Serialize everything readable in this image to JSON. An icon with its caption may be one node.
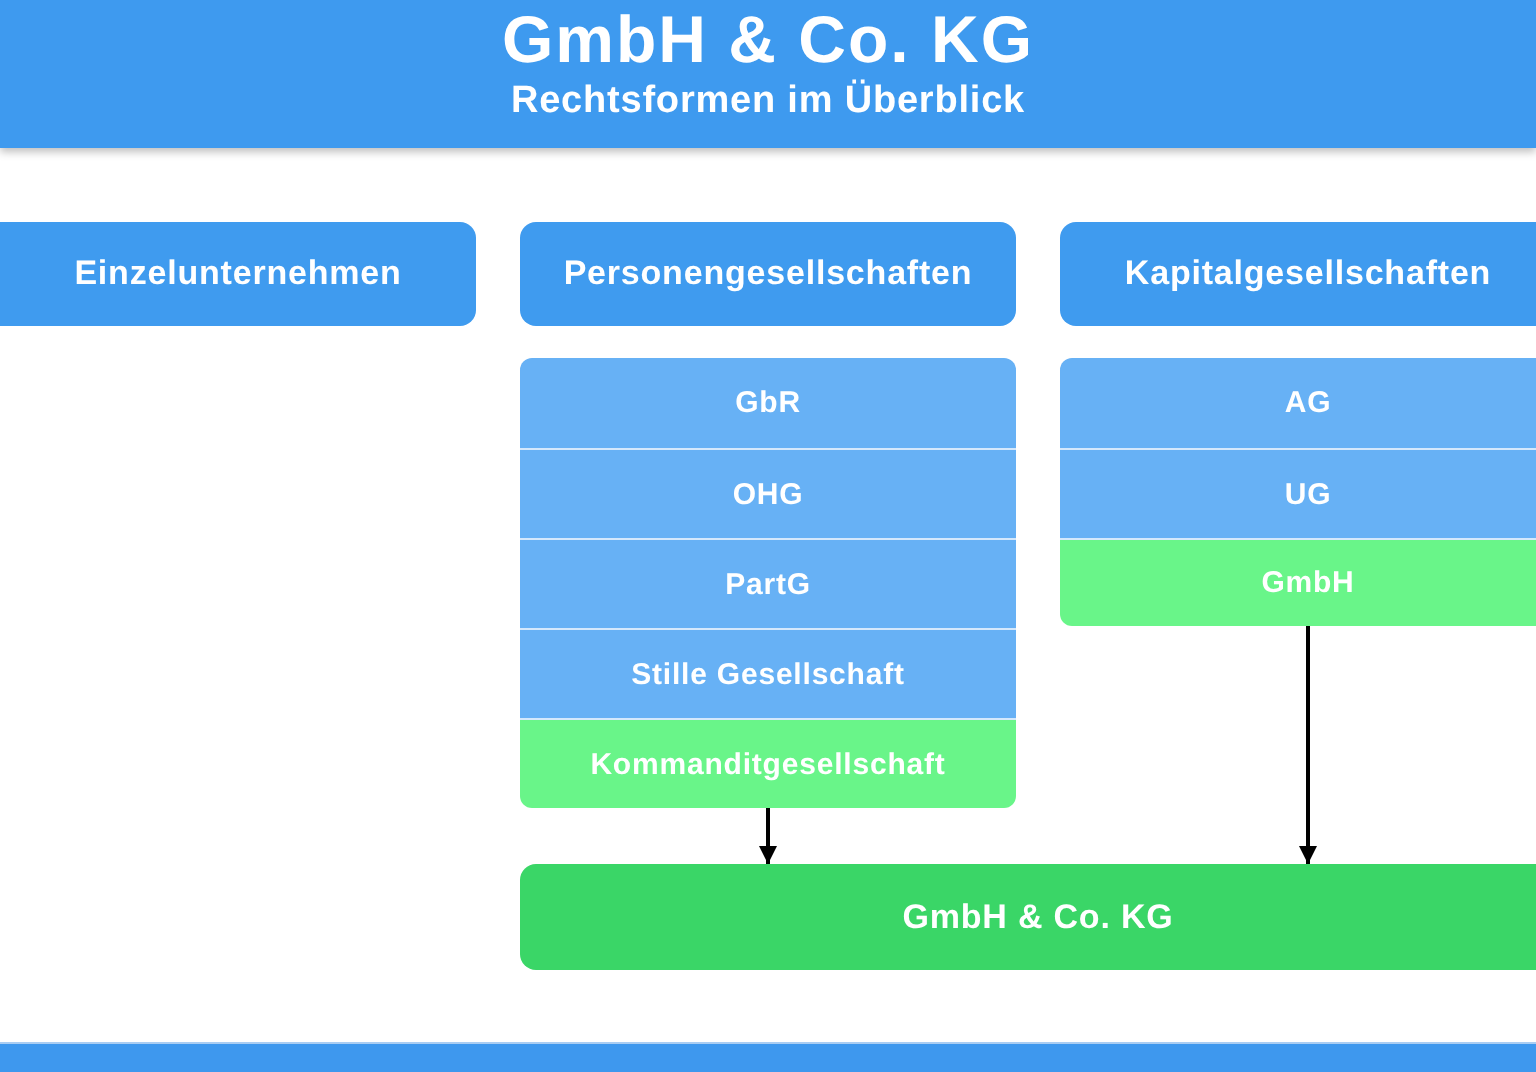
{
  "diagram": {
    "title": "GmbH & Co. KG",
    "nodes": [
      {
        "text": [
          "Einzelunternehmen"
        ]
      },
      {
        "text": [
          "Personengesellschaften"
        ]
      },
      {
        "text": [
          "Kapitalgesellschaften"
        ]
      },
      {
        "text": [
          "GbR"
        ]
      },
      {
        "text": [
          "OHG"
        ]
      },
      {
        "text": [
          "PartG"
        ]
      },
      {
        "text": [
          "Stille Gesellschaft"
        ]
      },
      {
        "text": [
          "Kommanditgesellschaft"
        ]
      },
      {
        "text": [
          "AG"
        ]
      },
      {
        "text": [
          "UG"
        ]
      },
      {
        "text": [
          "GmbH"
        ]
      },
      {
        "text": [
          "GmbH & Co. KG"
        ]
      }
    ],
    "edges": [
      {
        "from": 7,
        "to": 11,
        "arrow": "to"
      },
      {
        "from": 10,
        "to": 11,
        "arrow": "to"
      }
    ],
    "labels": [
      "Rechtsformen im Überblick"
    ]
  }
}
